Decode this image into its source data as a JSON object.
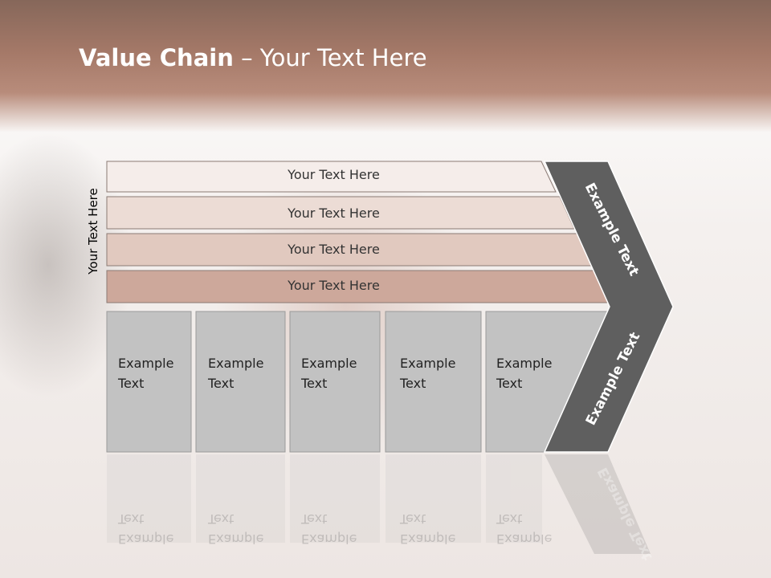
{
  "slide": {
    "title_bold": "Value Chain",
    "title_rest": " – Your Text Here",
    "side_label": "Your Text Here"
  },
  "bars": [
    {
      "label": "Your Text Here"
    },
    {
      "label": "Your Text Here"
    },
    {
      "label": "Your Text Here"
    },
    {
      "label": "Your Text Here"
    }
  ],
  "columns": [
    {
      "line1": "Example",
      "line2": "Text"
    },
    {
      "line1": "Example",
      "line2": "Text"
    },
    {
      "line1": "Example",
      "line2": "Text"
    },
    {
      "line1": "Example",
      "line2": "Text"
    },
    {
      "line1": "Example",
      "line2": "Text"
    }
  ],
  "arrow": {
    "upper_label": "Example Text",
    "lower_label": "Example Text"
  },
  "colors": {
    "bar1": "#f5edea",
    "bar2": "#ecdcd5",
    "bar3": "#e1c9bf",
    "bar4": "#cda89b",
    "column": "#c2c2c2",
    "arrow": "#5f5f5f"
  }
}
